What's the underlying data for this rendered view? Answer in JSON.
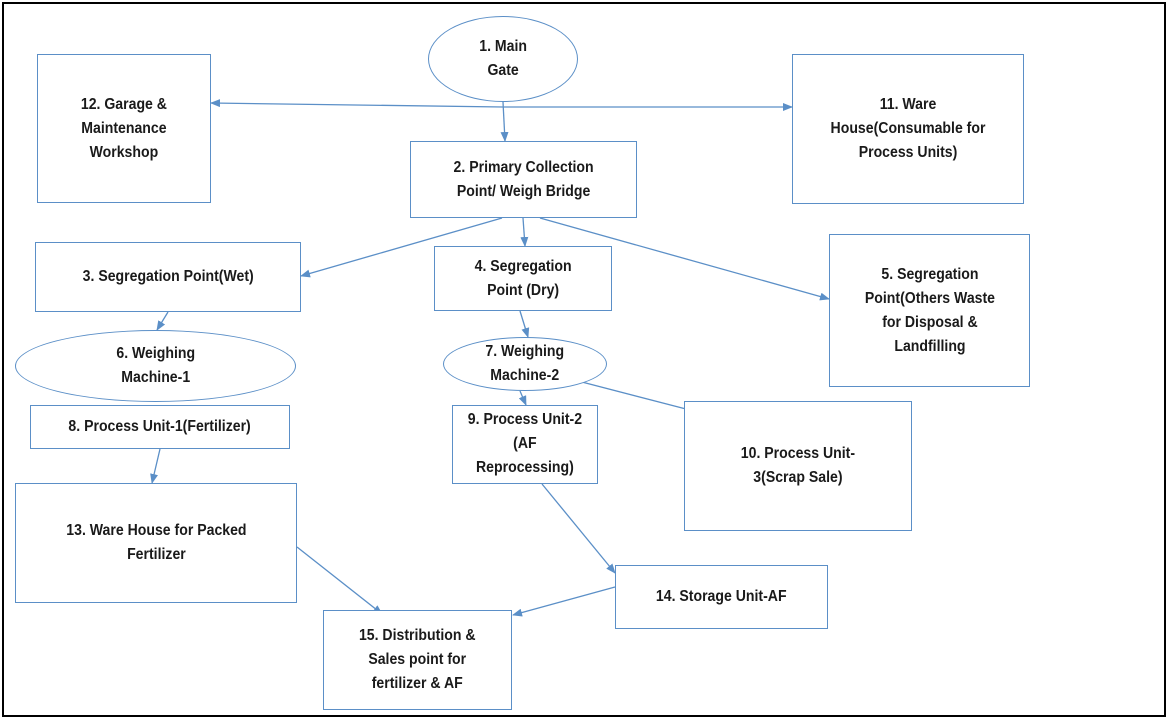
{
  "diagram": {
    "nodes": [
      {
        "id": "n1",
        "label": "1. Main\nGate"
      },
      {
        "id": "n2",
        "label": "2. Primary Collection\nPoint/ Weigh Bridge"
      },
      {
        "id": "n3",
        "label": "3. Segregation Point(Wet)"
      },
      {
        "id": "n4",
        "label": "4. Segregation\nPoint (Dry)"
      },
      {
        "id": "n5",
        "label": "5. Segregation\nPoint(Others Waste\nfor Disposal &\nLandfilling"
      },
      {
        "id": "n6",
        "label": "6. Weighing\nMachine-1"
      },
      {
        "id": "n7",
        "label": "7. Weighing\nMachine-2"
      },
      {
        "id": "n8",
        "label": "8. Process Unit-1(Fertilizer)"
      },
      {
        "id": "n9",
        "label": "9. Process Unit-2\n(AF\nReprocessing)"
      },
      {
        "id": "n10",
        "label": "10. Process Unit-\n3(Scrap Sale)"
      },
      {
        "id": "n11",
        "label": "11. Ware\nHouse(Consumable for\nProcess Units)"
      },
      {
        "id": "n12",
        "label": "12. Garage &\nMaintenance\nWorkshop"
      },
      {
        "id": "n13",
        "label": "13. Ware House for Packed\nFertilizer"
      },
      {
        "id": "n14",
        "label": "14. Storage Unit-AF"
      },
      {
        "id": "n15",
        "label": "15. Distribution &\nSales point for\nfertilizer & AF"
      }
    ],
    "edges": [
      {
        "from": "n1",
        "to": "n2"
      },
      {
        "from": "n1",
        "to": "n12"
      },
      {
        "from": "n1",
        "to": "n11"
      },
      {
        "from": "n2",
        "to": "n3"
      },
      {
        "from": "n2",
        "to": "n4"
      },
      {
        "from": "n2",
        "to": "n5"
      },
      {
        "from": "n3",
        "to": "n6"
      },
      {
        "from": "n4",
        "to": "n7"
      },
      {
        "from": "n7",
        "to": "n9"
      },
      {
        "from": "n7",
        "to": "n10"
      },
      {
        "from": "n8",
        "to": "n13"
      },
      {
        "from": "n9",
        "to": "n14"
      },
      {
        "from": "n13",
        "to": "n15"
      },
      {
        "from": "n14",
        "to": "n15"
      }
    ],
    "colors": {
      "border": "#5b8fc7",
      "arrow": "#5b8fc7",
      "text": "#1a1a1a",
      "frame": "#000000"
    }
  }
}
